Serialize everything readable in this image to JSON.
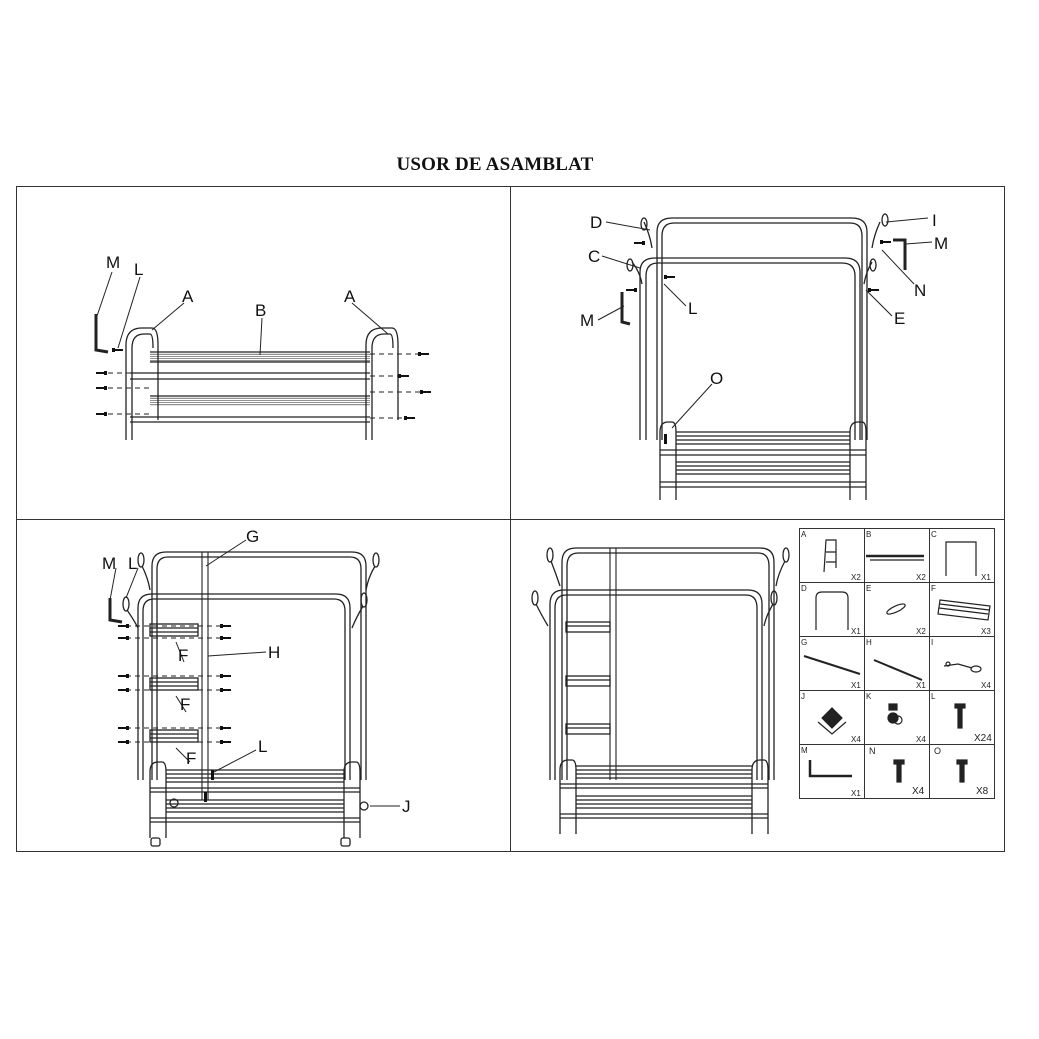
{
  "title": "USOR DE ASAMBLAT",
  "steps": {
    "step1": {
      "labels": {
        "M": "M",
        "L": "L",
        "A_left": "A",
        "B": "B",
        "A_right": "A"
      }
    },
    "step2": {
      "labels": {
        "D": "D",
        "C": "C",
        "M_left": "M",
        "L": "L",
        "I": "I",
        "M_right": "M",
        "N": "N",
        "E": "E",
        "O": "O"
      }
    },
    "step3": {
      "labels": {
        "M": "M",
        "L_top": "L",
        "G": "G",
        "H": "H",
        "F1": "F",
        "F2": "F",
        "F3": "F",
        "L_bottom": "L",
        "J": "J"
      }
    }
  },
  "parts": [
    {
      "letter": "A",
      "qty": "X2",
      "icon": "side-frame-icon"
    },
    {
      "letter": "B",
      "qty": "X2",
      "icon": "shelf-bar-icon"
    },
    {
      "letter": "C",
      "qty": "X1",
      "icon": "u-frame-icon"
    },
    {
      "letter": "D",
      "qty": "X1",
      "icon": "u-frame-icon"
    },
    {
      "letter": "E",
      "qty": "X2",
      "icon": "hook-pin-icon"
    },
    {
      "letter": "F",
      "qty": "X3",
      "icon": "small-shelf-icon"
    },
    {
      "letter": "G",
      "qty": "X1",
      "icon": "long-rod-icon"
    },
    {
      "letter": "H",
      "qty": "X1",
      "icon": "short-rod-icon"
    },
    {
      "letter": "I",
      "qty": "X4",
      "icon": "hook-icon"
    },
    {
      "letter": "J",
      "qty": "X4",
      "icon": "corner-bracket-icon"
    },
    {
      "letter": "K",
      "qty": "X4",
      "icon": "caster-wheel-icon"
    },
    {
      "letter": "L",
      "qty": "X24",
      "icon": "screw-icon"
    },
    {
      "letter": "M",
      "qty": "X1",
      "icon": "allen-key-icon"
    },
    {
      "letter": "N",
      "qty": "X4",
      "icon": "screw-icon"
    },
    {
      "letter": "O",
      "qty": "X8",
      "icon": "screw-icon"
    }
  ]
}
